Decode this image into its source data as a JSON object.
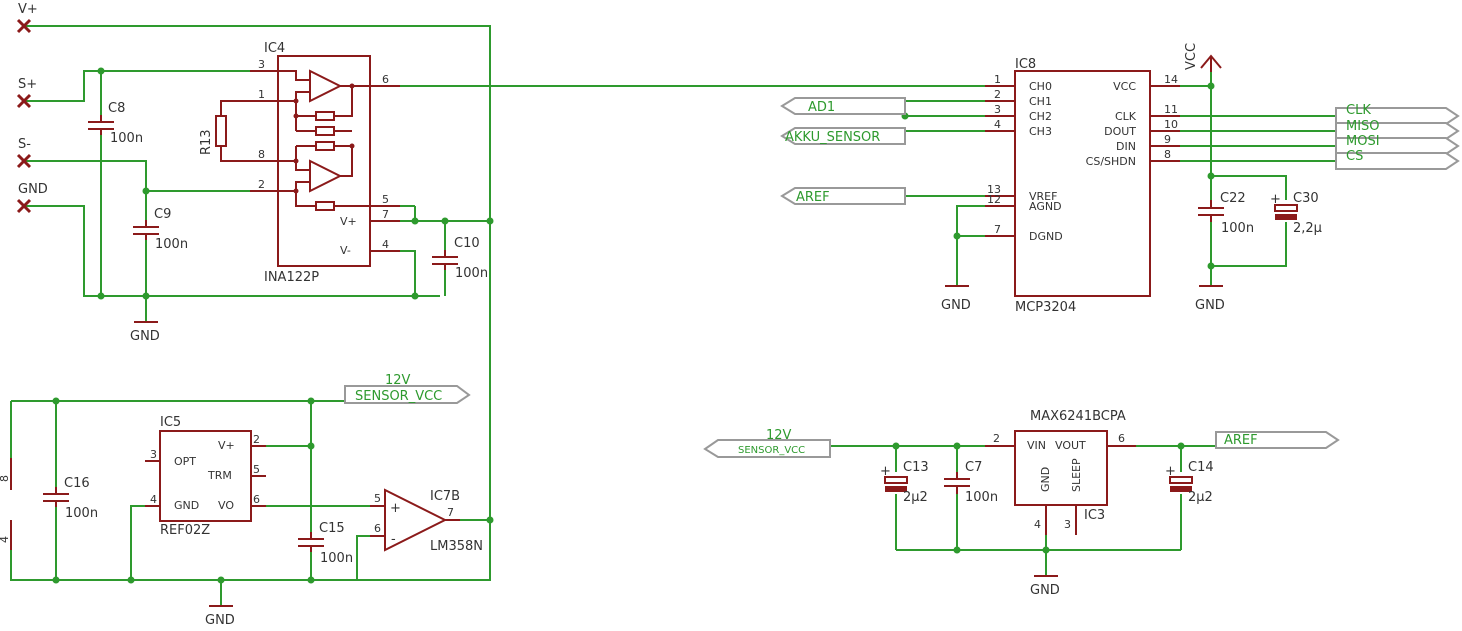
{
  "colors": {
    "wire": "#2e9a2e",
    "component": "#8b1a1a",
    "flag_outline": "#999999",
    "text": "#333333"
  },
  "connectors": {
    "vplus": "V+",
    "splus": "S+",
    "sminus": "S-",
    "gnd": "GND"
  },
  "ic4": {
    "name": "IC4",
    "value": "INA122P",
    "pins": {
      "p3": "3",
      "p1": "1",
      "p8": "8",
      "p2": "2",
      "p6": "6",
      "p5": "5",
      "p7": "7",
      "p4": "4"
    },
    "vplus": "V+",
    "vminus": "V-"
  },
  "r13": {
    "name": "R13"
  },
  "c8": {
    "name": "C8",
    "value": "100n"
  },
  "c9": {
    "name": "C9",
    "value": "100n"
  },
  "c10": {
    "name": "C10",
    "value": "100n"
  },
  "gnd_label": "GND",
  "ic8": {
    "name": "IC8",
    "value": "MCP3204",
    "left_pins": [
      {
        "num": "1",
        "name": "CH0"
      },
      {
        "num": "2",
        "name": "CH1"
      },
      {
        "num": "3",
        "name": "CH2"
      },
      {
        "num": "4",
        "name": "CH3"
      },
      {
        "num": "13",
        "name": "VREF"
      },
      {
        "num": "12",
        "name": "AGND"
      },
      {
        "num": "7",
        "name": "DGND"
      }
    ],
    "right_pins": [
      {
        "num": "14",
        "name": "VCC"
      },
      {
        "num": "11",
        "name": "CLK"
      },
      {
        "num": "10",
        "name": "DOUT"
      },
      {
        "num": "9",
        "name": "DIN"
      },
      {
        "num": "8",
        "name": "CS/SHDN"
      }
    ]
  },
  "nets": {
    "ad1": "AD1",
    "akku_sensor": "AKKU_SENSOR",
    "aref": "AREF",
    "clk": "CLK",
    "miso": "MISO",
    "mosi": "MOSI",
    "cs": "CS",
    "vcc": "VCC",
    "twelve_v": "12V",
    "sensor_vcc": "SENSOR_VCC"
  },
  "c22": {
    "name": "C22",
    "value": "100n"
  },
  "c30": {
    "name": "C30",
    "value": "2,2µ"
  },
  "ic5": {
    "name": "IC5",
    "value": "REF02Z",
    "pins": {
      "vplus": "V+",
      "opt": "OPT",
      "trm": "TRM",
      "gnd": "GND",
      "vo": "VO",
      "p2": "2",
      "p3": "3",
      "p5": "5",
      "p4": "4",
      "p6": "6"
    }
  },
  "c16": {
    "name": "C16",
    "value": "100n"
  },
  "c15": {
    "name": "C15",
    "value": "100n"
  },
  "ic7b": {
    "name": "IC7B",
    "value": "LM358N",
    "p5": "5",
    "p6": "6",
    "p7": "7",
    "plus": "+",
    "minus": "-"
  },
  "side_pins": {
    "p8": "8",
    "p4": "4"
  },
  "ic3": {
    "name": "IC3",
    "value": "MAX6241BCPA",
    "vin": "VIN",
    "vout": "VOUT",
    "gnd": "GND",
    "sleep": "SLEEP",
    "p2": "2",
    "p6": "6",
    "p4": "4",
    "p3": "3"
  },
  "c13": {
    "name": "C13",
    "value": "2µ2"
  },
  "c7": {
    "name": "C7",
    "value": "100n"
  },
  "c14": {
    "name": "C14",
    "value": "2µ2"
  }
}
